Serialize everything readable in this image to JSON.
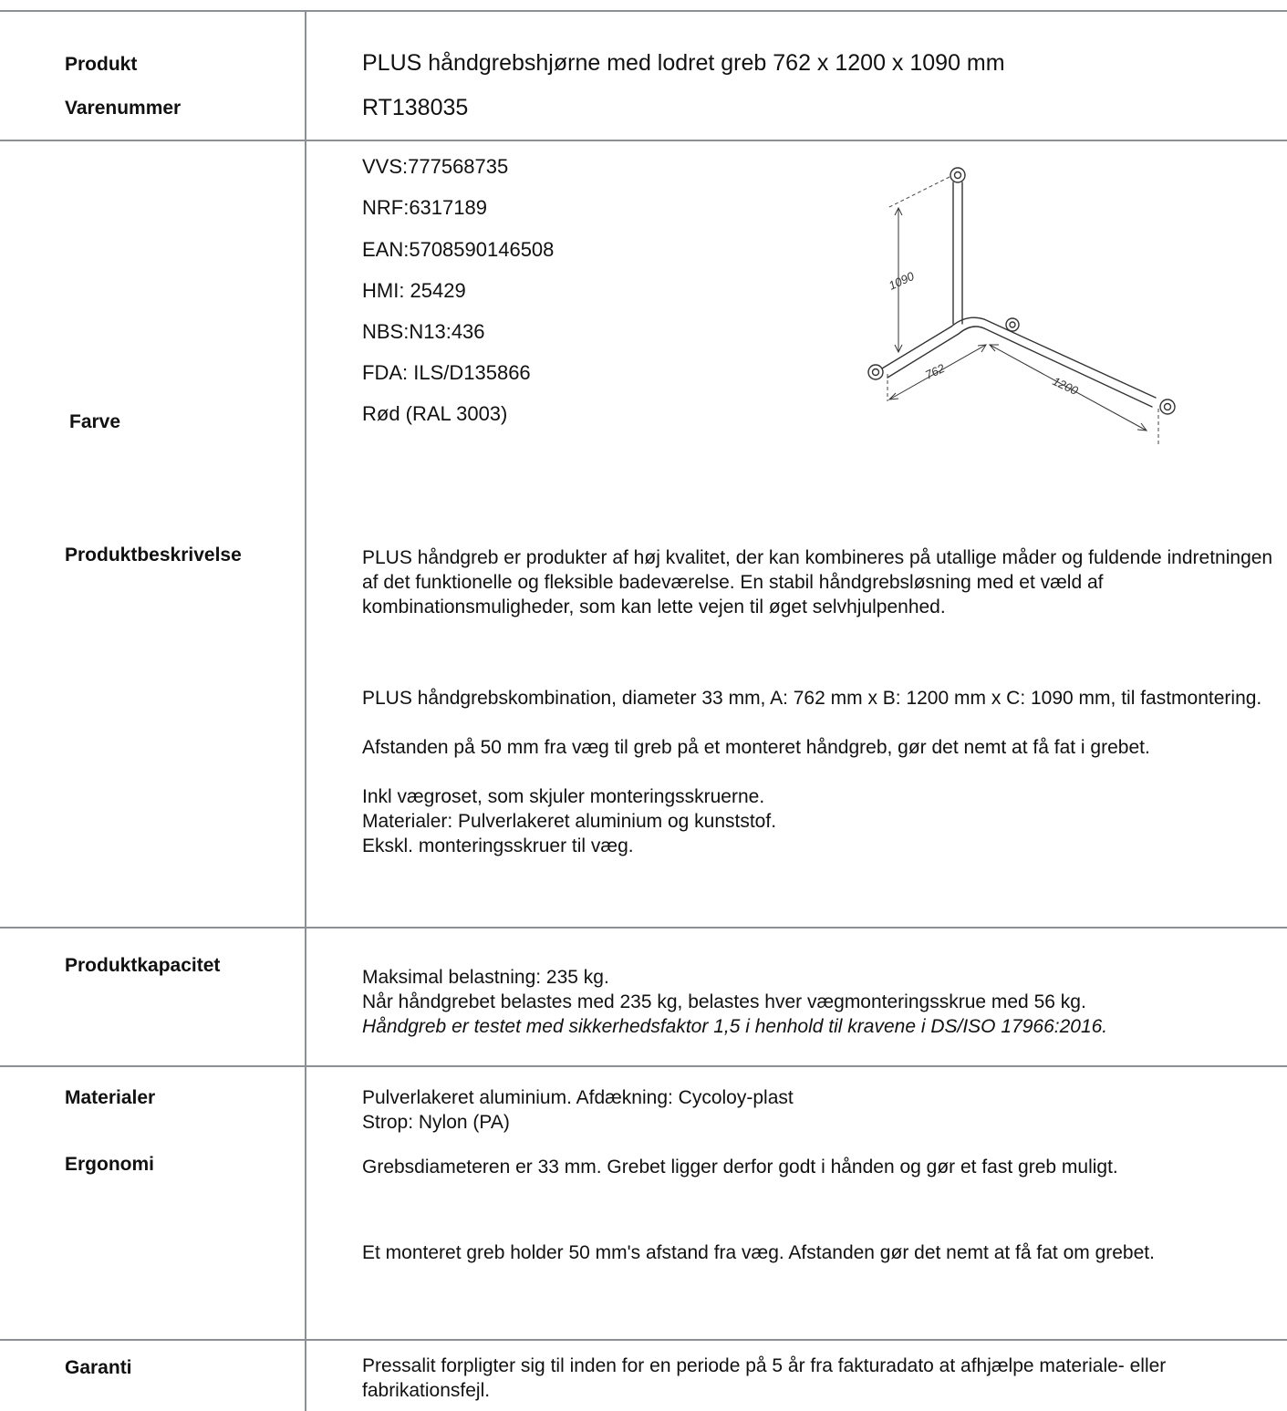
{
  "header": {
    "product_label": "Produkt",
    "product_value": "PLUS håndgrebshjørne med lodret greb 762 x 1200 x 1090 mm",
    "item_label": "Varenummer",
    "item_value": "RT138035"
  },
  "codes": [
    "VVS:777568735",
    "NRF:6317189",
    "EAN:5708590146508",
    "HMI: 25429",
    "NBS:N13:436",
    "FDA: ILS/D135866"
  ],
  "color": {
    "label": "Farve",
    "value": "Rød (RAL 3003)"
  },
  "drawing": {
    "dim_height": "1090",
    "dim_a": "762",
    "dim_b": "1200"
  },
  "description": {
    "label": "Produktbeskrivelse",
    "p1": "PLUS håndgreb er produkter af høj kvalitet, der kan kombineres på utallige måder og fuldende indretningen af det funktionelle og fleksible badeværelse. En stabil håndgrebsløsning med et væld af kombinationsmuligheder, som kan lette vejen til øget selvhjulpenhed.",
    "p2": "PLUS håndgrebskombination, diameter 33 mm, A: 762 mm x B: 1200 mm x C: 1090 mm, til fastmontering.",
    "p3": "Afstanden på 50 mm fra væg til greb på et monteret håndgreb, gør det nemt at få fat i grebet.",
    "p4": "Inkl vægroset, som skjuler monteringsskruerne.",
    "p5": "Materialer: Pulverlakeret aluminium og kunststof.",
    "p6": "Ekskl. monteringsskruer til væg."
  },
  "capacity": {
    "label": "Produktkapacitet",
    "line1": "Maksimal belastning: 235 kg.",
    "line2": "Når håndgrebet belastes med 235 kg, belastes hver vægmonteringsskrue med 56 kg.",
    "line3": "Håndgreb er testet med sikkerhedsfaktor 1,5 i henhold til kravene i DS/ISO 17966:2016."
  },
  "materials": {
    "label": "Materialer",
    "line1": "Pulverlakeret aluminium. Afdækning: Cycoloy-plast",
    "line2": "Strop: Nylon (PA)"
  },
  "ergonomics": {
    "label": "Ergonomi",
    "p1": "Grebsdiameteren er 33 mm. Grebet ligger derfor godt i hånden og gør et fast greb muligt.",
    "p2": "Et monteret greb holder 50 mm's afstand fra væg. Afstanden gør det nemt at få fat om grebet."
  },
  "warranty": {
    "label": "Garanti",
    "text": "Pressalit forpligter sig til inden for en periode på 5 år fra fakturadato at afhjælpe materiale- eller fabrikationsfejl."
  }
}
